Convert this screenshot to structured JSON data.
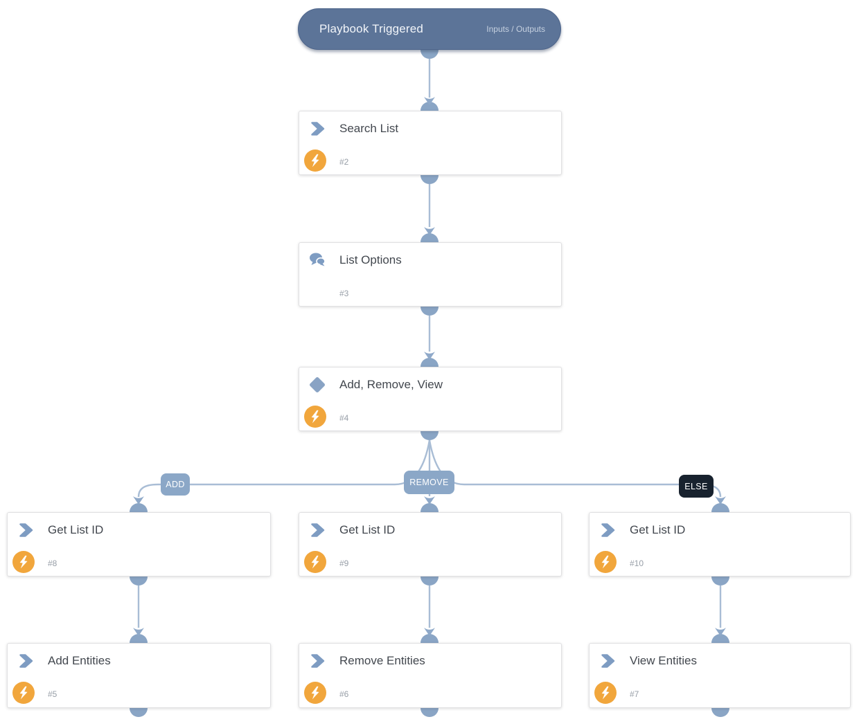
{
  "trigger": {
    "title": "Playbook Triggered",
    "sub_label": "Inputs / Outputs"
  },
  "nodes": [
    {
      "title": "Search List",
      "number": "#2",
      "icon": "chevron-right-icon",
      "has_bolt": true
    },
    {
      "title": "List Options",
      "number": "#3",
      "icon": "chat-bubbles-icon",
      "has_bolt": false
    },
    {
      "title": "Add, Remove, View",
      "number": "#4",
      "icon": "diamond-icon",
      "has_bolt": true
    },
    {
      "title": "Get List ID",
      "number": "#8",
      "icon": "chevron-right-icon",
      "has_bolt": true
    },
    {
      "title": "Get List ID",
      "number": "#9",
      "icon": "chevron-right-icon",
      "has_bolt": true
    },
    {
      "title": "Get List ID",
      "number": "#10",
      "icon": "chevron-right-icon",
      "has_bolt": true
    },
    {
      "title": "Add Entities",
      "number": "#5",
      "icon": "chevron-right-icon",
      "has_bolt": true
    },
    {
      "title": "Remove Entities",
      "number": "#6",
      "icon": "chevron-right-icon",
      "has_bolt": true
    },
    {
      "title": "View Entities",
      "number": "#7",
      "icon": "chevron-right-icon",
      "has_bolt": true
    }
  ],
  "branches": [
    {
      "label": "ADD",
      "style": "light"
    },
    {
      "label": "REMOVE",
      "style": "light"
    },
    {
      "label": "ELSE",
      "style": "dark"
    }
  ],
  "colors": {
    "pill_background": "#5c7498",
    "port_blue": "#8aa5c5",
    "wire_blue": "#a9bdd5",
    "arrow_blue": "#8fa9c9",
    "icon_blue": "#7e9cc2",
    "bolt_orange": "#f1a63c",
    "label_light": "#8ba7c7",
    "label_dark": "#18222e",
    "title_text": "#42474e",
    "number_text": "#979ea7"
  }
}
